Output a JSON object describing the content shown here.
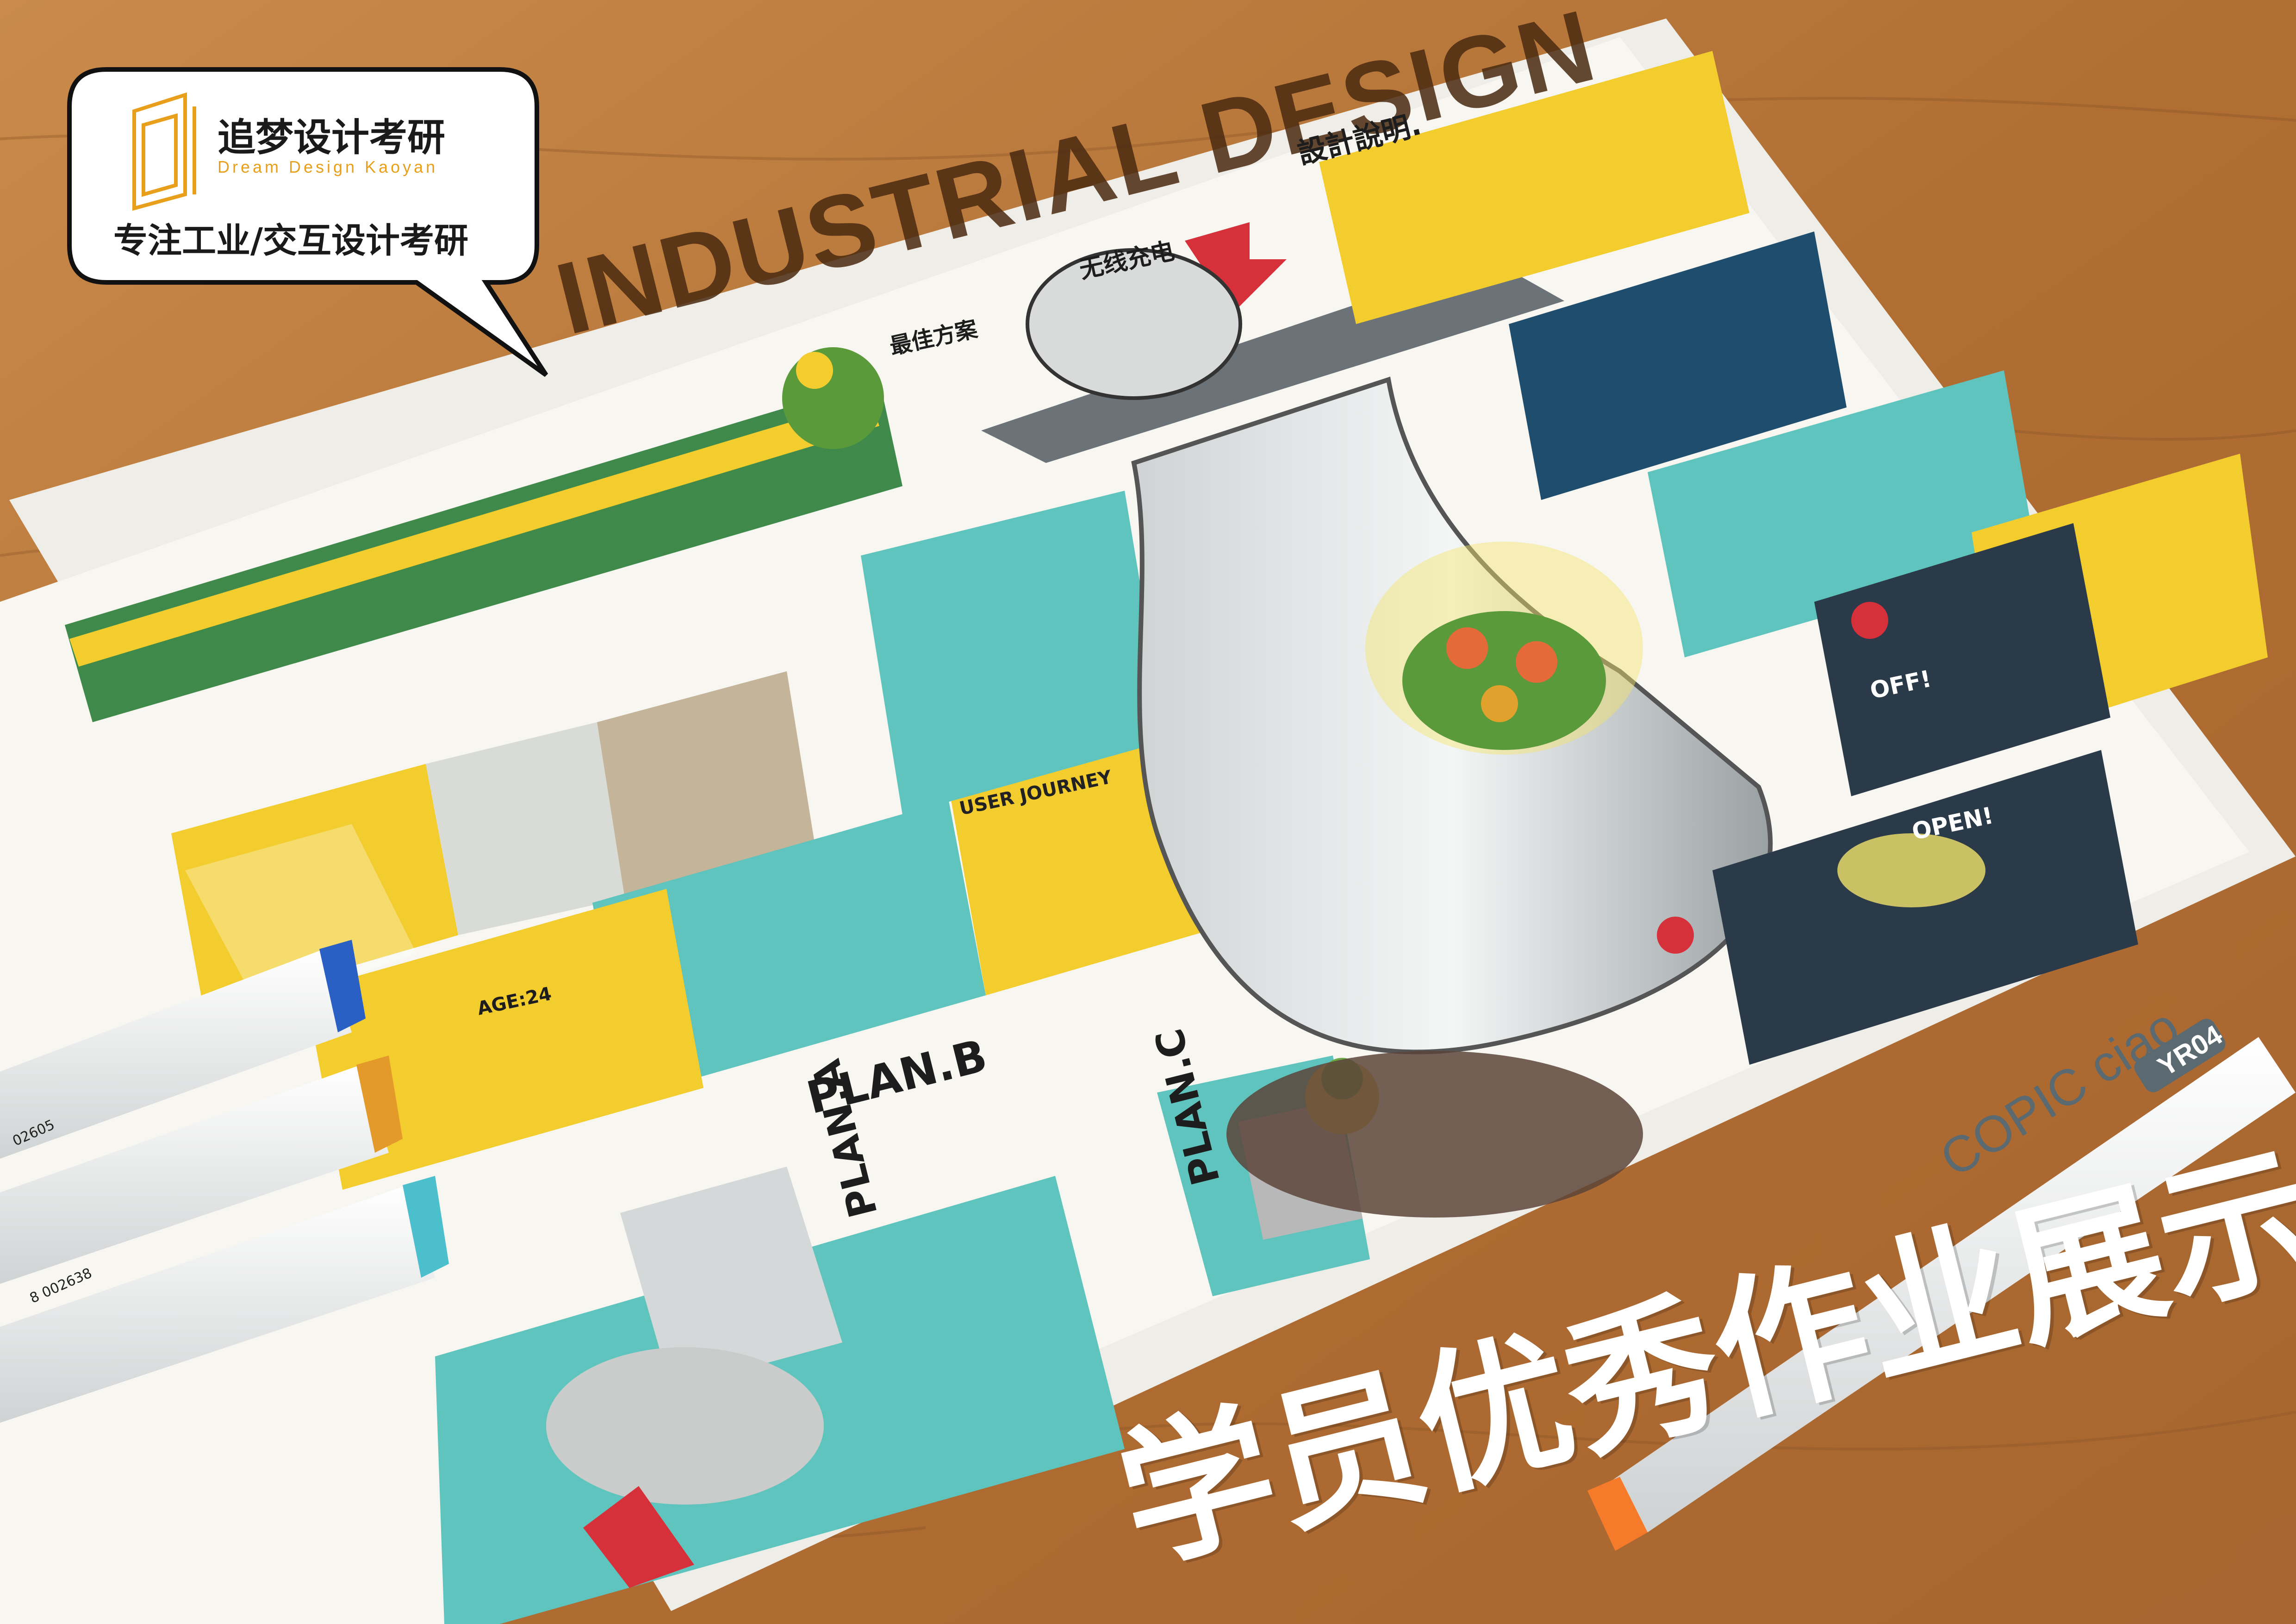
{
  "bubble": {
    "title": "追梦设计考研",
    "subtitle": "Dream Design Kaoyan",
    "tagline": "专注工业/交互设计考研"
  },
  "heading": "INDUSTRIAL DESIGN",
  "caption": "学员优秀作业展示",
  "sketch_text": {
    "wireless": "无线充电",
    "design_note": "設計說明.",
    "best": "最佳方案",
    "plan_a": "PLAN.A",
    "plan_b": "PLAN.B",
    "plan_c": "PLAN.C",
    "journey": "USER JOURNEY",
    "off": "OFF!",
    "open": "OPEN!",
    "age": "AGE:24"
  },
  "pens": {
    "brand_model": "COPIC ciao",
    "color_code": "YR04",
    "barcode_1": "02605",
    "barcode_2": "8 002638"
  },
  "colors": {
    "wood": "#b9773a",
    "paper": "#f7f6f1",
    "marker_yellow": "#f3cd2e",
    "marker_teal": "#5fc4bd",
    "navy": "#1f4d6e",
    "arrow_red": "#d6303a",
    "plant_green": "#5b9a3a"
  }
}
